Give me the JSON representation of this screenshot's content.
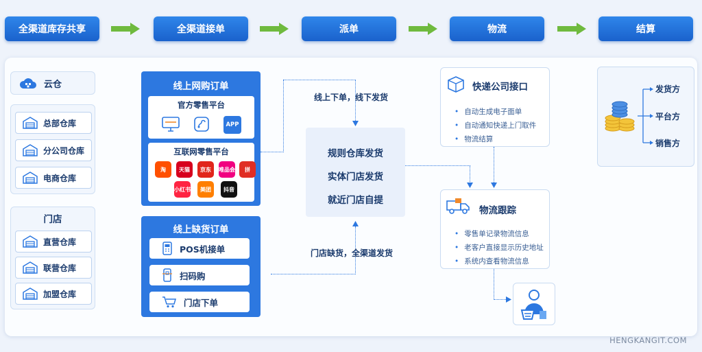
{
  "pipeline": [
    "全渠道库存共享",
    "全渠道接单",
    "派单",
    "物流",
    "结算"
  ],
  "left": {
    "cloud": "云仓",
    "warehouses": [
      "总部仓库",
      "分公司仓库",
      "电商仓库"
    ],
    "store_title": "门店",
    "stores": [
      "直营仓库",
      "联营仓库",
      "加盟仓库"
    ]
  },
  "online": {
    "title": "线上网购订单",
    "official_title": "官方零售平台",
    "official_icons": [
      "desktop-icon",
      "miniprogram-icon",
      "app-icon"
    ],
    "app_label": "APP",
    "internet_title": "互联网零售平台",
    "platforms": [
      "淘",
      "天猫",
      "京东",
      "唯品会",
      "拼",
      "小红书",
      "美团",
      "抖音"
    ]
  },
  "stockout": {
    "title": "线上缺货订单",
    "items": [
      "POS机接单",
      "扫码购",
      "门店下单"
    ]
  },
  "dispatch": {
    "top_note": "线上下单，线下发货",
    "bottom_note": "门店缺货，全渠道发货",
    "items": [
      "规则仓库发货",
      "实体门店发货",
      "就近门店自提"
    ]
  },
  "express": {
    "title": "快递公司接口",
    "bullets": [
      "自动生成电子面单",
      "自动通知快递上门取件",
      "物流结算"
    ]
  },
  "tracking": {
    "title": "物流跟踪",
    "bullets": [
      "零售单记录物流信息",
      "老客户直接显示历史地址",
      "系统内查看物流信息"
    ]
  },
  "settlement": {
    "parties": [
      "发货方",
      "平台方",
      "销售方"
    ]
  },
  "watermark": "HENGKANGIT.COM",
  "colors": {
    "primary": "#2d78e0",
    "arrow": "#6fba3e"
  }
}
